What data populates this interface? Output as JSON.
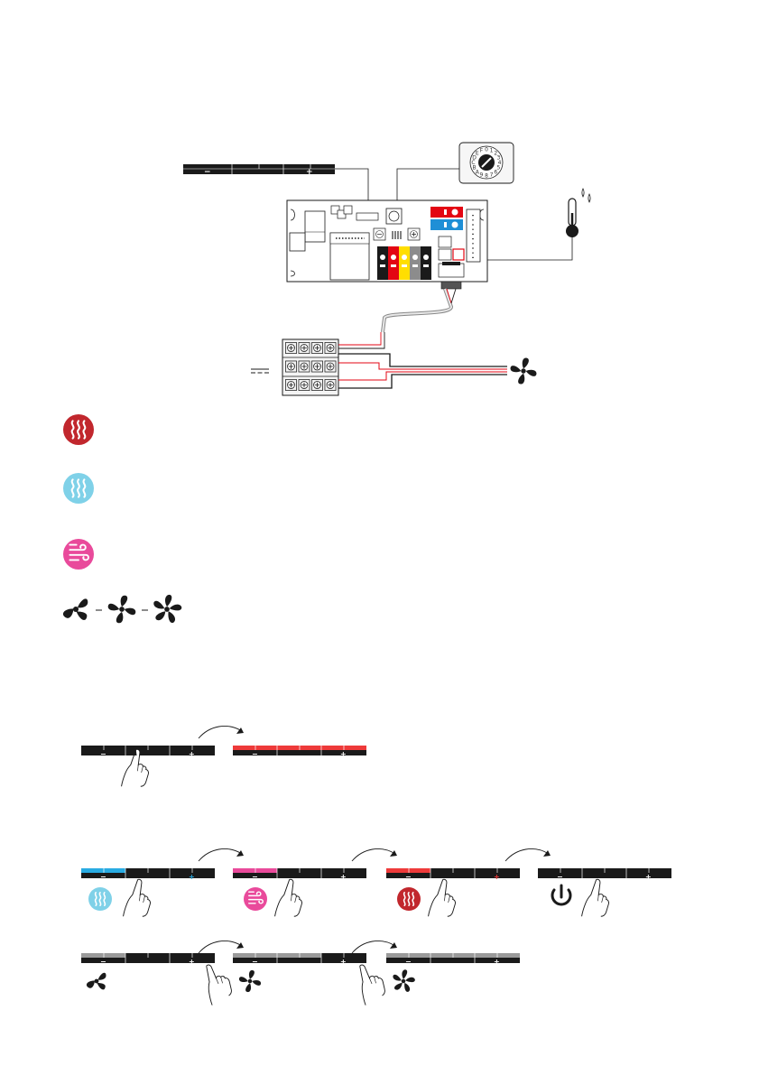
{
  "panel": {
    "minus": "−",
    "plus": "+"
  },
  "rotary_switch": {
    "digits": [
      "0",
      "1",
      "2",
      "3",
      "4",
      "5",
      "6",
      "7",
      "8",
      "9",
      "A",
      "B",
      "C",
      "D",
      "E",
      "F"
    ]
  },
  "colors": {
    "heat": "#c1272d",
    "cool": "#7fd1e8",
    "ventilation": "#e94a9b",
    "cool_bar": "#29abe2",
    "heat_bar": "#ee3a3a",
    "vent_bar": "#e94a9b",
    "grey_bar": "#9a9a9a",
    "terminal_red": "#e30613",
    "terminal_yellow": "#ffde00",
    "terminal_grey": "#8c8c8c",
    "switch_red": "#e30613",
    "switch_blue": "#1f8fd6"
  },
  "icons": {
    "heat": "heat-icon",
    "cool": "cool-icon",
    "ventilation": "ventilation-icon",
    "power": "power-icon",
    "fan": "fan-icon",
    "hand": "hand-pointer-icon",
    "thermometer": "thermometer-icon"
  }
}
